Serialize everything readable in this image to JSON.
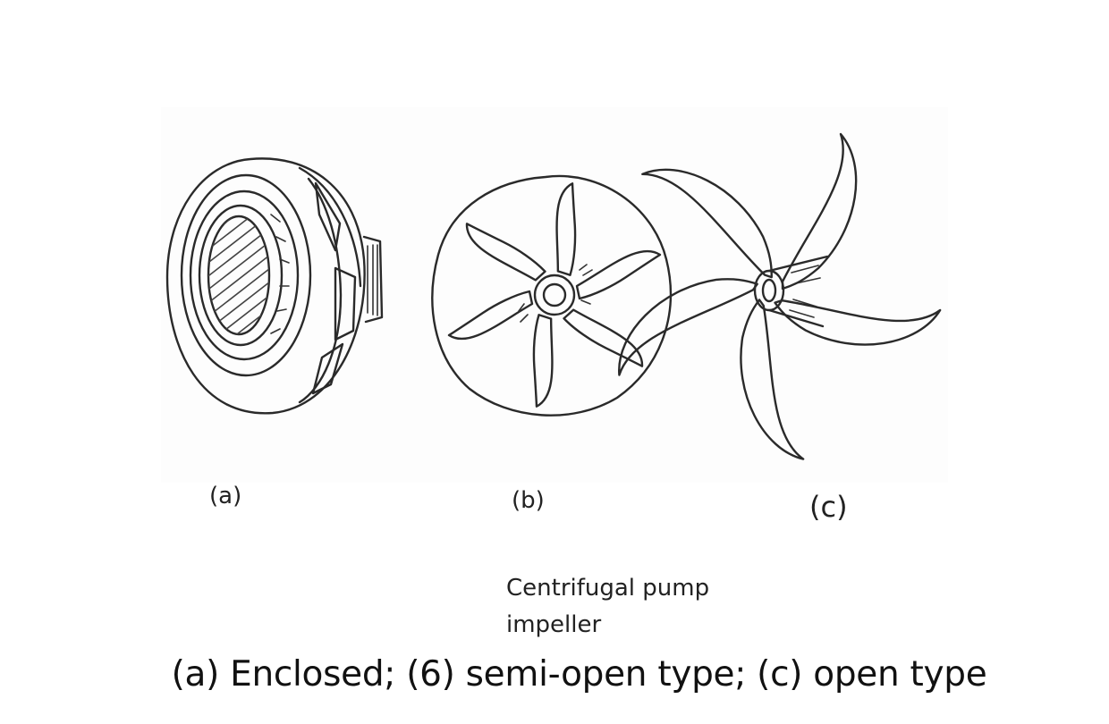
{
  "figure": {
    "labels": {
      "a": "(a)",
      "b": "(b)",
      "c": "(c)"
    },
    "title_line1": "Centrifugal pump",
    "title_line2": "impeller",
    "caption": "(a) Enclosed; (6) semi-open type; (c) open type"
  },
  "impellers": [
    {
      "id": "a",
      "type": "enclosed"
    },
    {
      "id": "b",
      "type": "semi-open"
    },
    {
      "id": "c",
      "type": "open"
    }
  ]
}
